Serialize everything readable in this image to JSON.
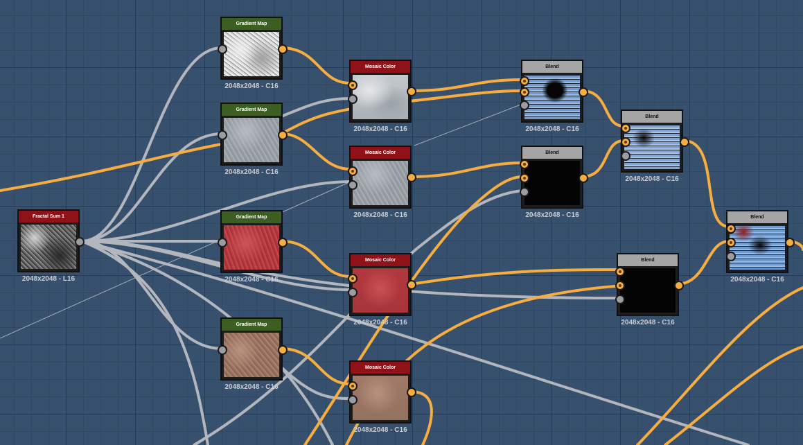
{
  "nodes": {
    "fractal_sum": {
      "title": "Fractal Sum 1",
      "caption": "2048x2048 - L16"
    },
    "gradient_map_1": {
      "title": "Gradient Map",
      "caption": "2048x2048 - C16"
    },
    "gradient_map_2": {
      "title": "Gradient Map",
      "caption": "2048x2048 - C16"
    },
    "gradient_map_3": {
      "title": "Gradient Map",
      "caption": "2048x2048 - C16"
    },
    "gradient_map_4": {
      "title": "Gradient Map",
      "caption": "2048x2048 - C16"
    },
    "mosaic_color_1": {
      "title": "Mosaic Color",
      "caption": "2048x2048 - C16"
    },
    "mosaic_color_2": {
      "title": "Mosaic Color",
      "caption": "2048x2048 - C16"
    },
    "mosaic_color_3": {
      "title": "Mosaic Color",
      "caption": "2048x2048 - C16"
    },
    "mosaic_color_4": {
      "title": "Mosaic Color",
      "caption": "2048x2048 - C16"
    },
    "blend_1": {
      "title": "Blend",
      "caption": "2048x2048 - C16"
    },
    "blend_2": {
      "title": "Blend",
      "caption": "2048x2048 - C16"
    },
    "blend_3": {
      "title": "Blend",
      "caption": "2048x2048 - C16"
    },
    "blend_4": {
      "title": "Blend",
      "caption": "2048x2048 - C16"
    },
    "blend_5": {
      "title": "Blend",
      "caption": "2048x2048 - C16"
    }
  },
  "colors": {
    "canvas": "#37506d",
    "wire_grayscale": "#b3b7bd",
    "wire_color": "#f7ad3f",
    "header_gradient_map": "#3d5e22",
    "header_generator": "#8e1218",
    "header_blend": "#a5a5a5"
  }
}
